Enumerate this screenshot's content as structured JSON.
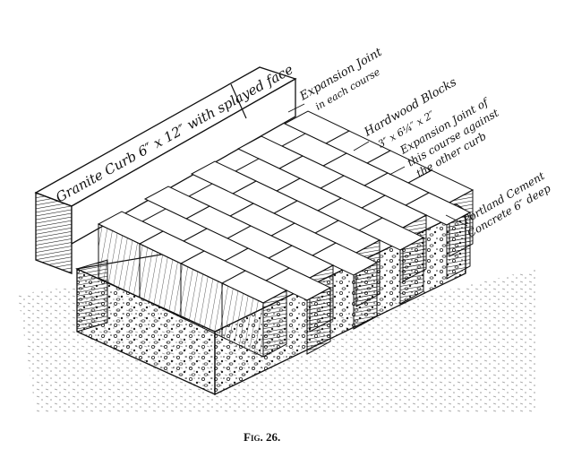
{
  "figure": {
    "caption": "Fig. 26.",
    "labels": {
      "granite_curb": "Granite Curb 6″ x 12″ with splayed face",
      "expansion_joint_line1": "Expansion Joint",
      "expansion_joint_line2": "in each course",
      "hardwood_blocks_line1": "Hardwood Blocks",
      "hardwood_blocks_line2": "3″ x 6¼″ x 2″",
      "expansion_against_curb_line1": "Expansion Joint of",
      "expansion_against_curb_line2": "this course against",
      "expansion_against_curb_line3": "the other curb",
      "concrete_line1": "Portland Cement",
      "concrete_line2": "Concrete 6″ deep"
    }
  }
}
